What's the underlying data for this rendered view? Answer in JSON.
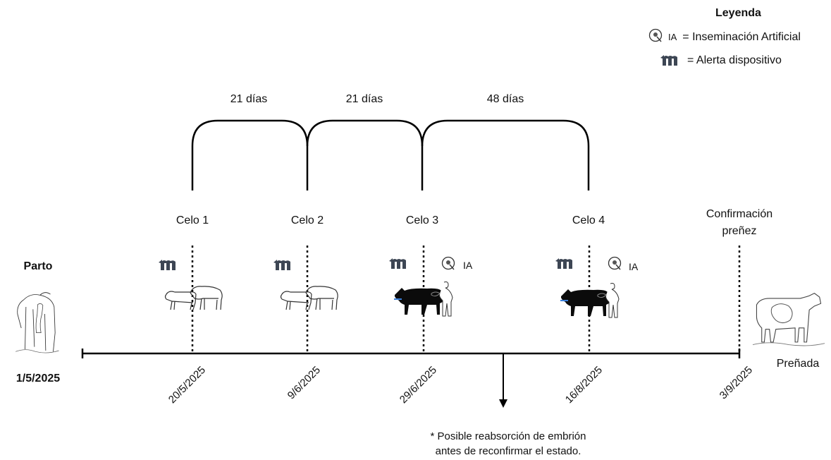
{
  "legend": {
    "title": "Leyenda",
    "ia_abbr": "IA",
    "ia_text": "= Inseminación Artificial",
    "alert_text": "= Alerta dispositivo"
  },
  "intervals": [
    {
      "label": "21 días"
    },
    {
      "label": "21 días"
    },
    {
      "label": "48 días"
    }
  ],
  "start": {
    "title": "Parto",
    "date": "1/5/2025"
  },
  "events": [
    {
      "label": "Celo 1",
      "date": "20/5/2025",
      "icon": "mount-icon",
      "alert": true,
      "ia": false
    },
    {
      "label": "Celo 2",
      "date": "9/6/2025",
      "icon": "mount-icon",
      "alert": true,
      "ia": false
    },
    {
      "label": "Celo 3",
      "date": "29/6/2025",
      "icon": "insemination-icon",
      "alert": true,
      "ia": true,
      "ia_label": "IA"
    },
    {
      "label": "Celo 4",
      "date": "16/8/2025",
      "icon": "insemination-icon",
      "alert": true,
      "ia": true,
      "ia_label": "IA"
    }
  ],
  "confirmation": {
    "label_line1": "Confirmación",
    "label_line2": "preñez",
    "date": "3/9/2025"
  },
  "end_label": "Preñada",
  "note": {
    "line1": "* Posible reabsorción de embrión",
    "line2": "antes de reconfirmar el estado."
  },
  "colors": {
    "line": "#000000",
    "alert_icon": "#3d4654",
    "arrow_blue": "#3b7fd9"
  }
}
